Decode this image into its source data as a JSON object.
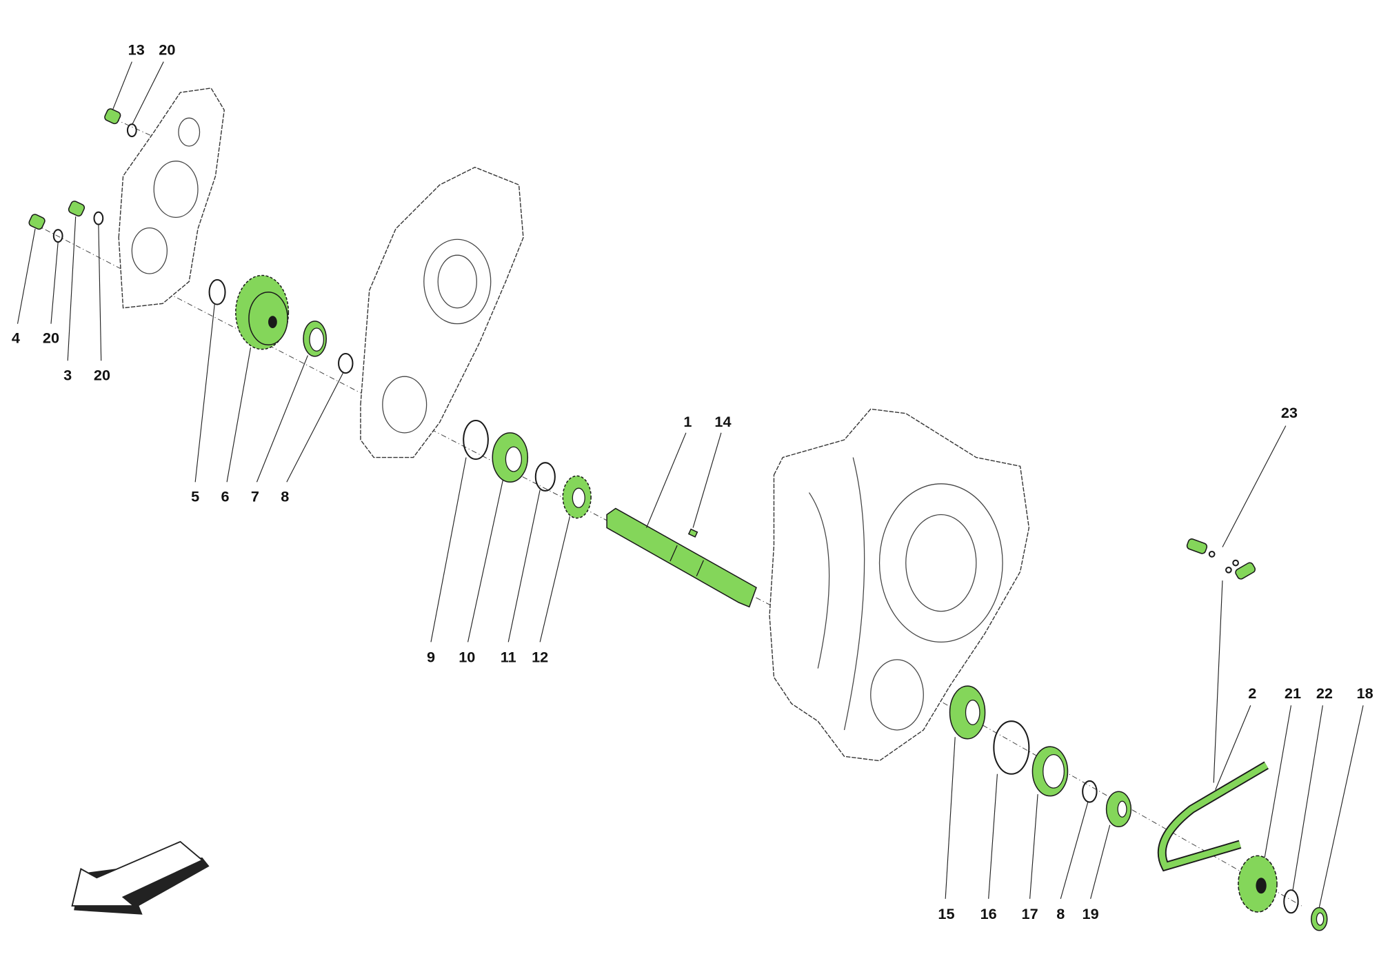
{
  "diagram": {
    "highlight_color": "#84d65a",
    "labels": {
      "l13": "13",
      "l20a": "20",
      "l4": "4",
      "l20b": "20",
      "l3": "3",
      "l20c": "20",
      "l5": "5",
      "l6": "6",
      "l7": "7",
      "l8a": "8",
      "l9": "9",
      "l10": "10",
      "l11": "11",
      "l12": "12",
      "l1": "1",
      "l14": "14",
      "l23": "23",
      "l15": "15",
      "l16": "16",
      "l17": "17",
      "l8b": "8",
      "l19": "19",
      "l2": "2",
      "l21": "21",
      "l22": "22",
      "l18": "18"
    },
    "direction_arrow": "arrow-down-left-icon"
  }
}
